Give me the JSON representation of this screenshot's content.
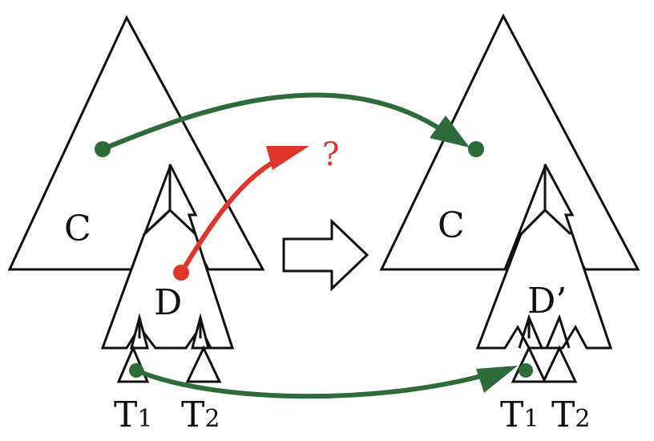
{
  "colors": {
    "outline": "#111111",
    "green": "#2e6b3a",
    "red": "#e0352b"
  },
  "left": {
    "outer_label": "C",
    "inner_label": "D",
    "leaf1": {
      "main": "T",
      "sub": "1"
    },
    "leaf2": {
      "main": "T",
      "sub": "2"
    }
  },
  "right": {
    "outer_label": "C",
    "inner_label": "D’",
    "leaf1": {
      "main": "T",
      "sub": "1"
    },
    "leaf2": {
      "main": "T",
      "sub": "2"
    }
  },
  "unknown_mark": "?"
}
